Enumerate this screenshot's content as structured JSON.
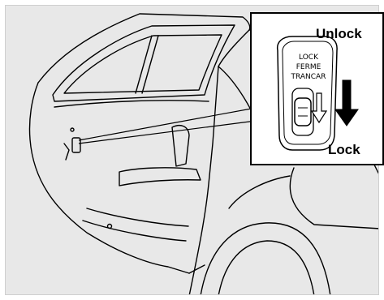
{
  "labels": {
    "unlock": "Unlock",
    "lock": "Lock"
  },
  "switch_plate": {
    "line1": "LOCK",
    "line2": "FERME",
    "line3": "TRANCAR"
  },
  "icons": {
    "lock_direction": "arrow-down-icon",
    "slide_direction": "outline-arrow-down-icon"
  },
  "colors": {
    "background": "#e8e8e8",
    "callout_background": "#ffffff",
    "line_art": "#000000"
  }
}
